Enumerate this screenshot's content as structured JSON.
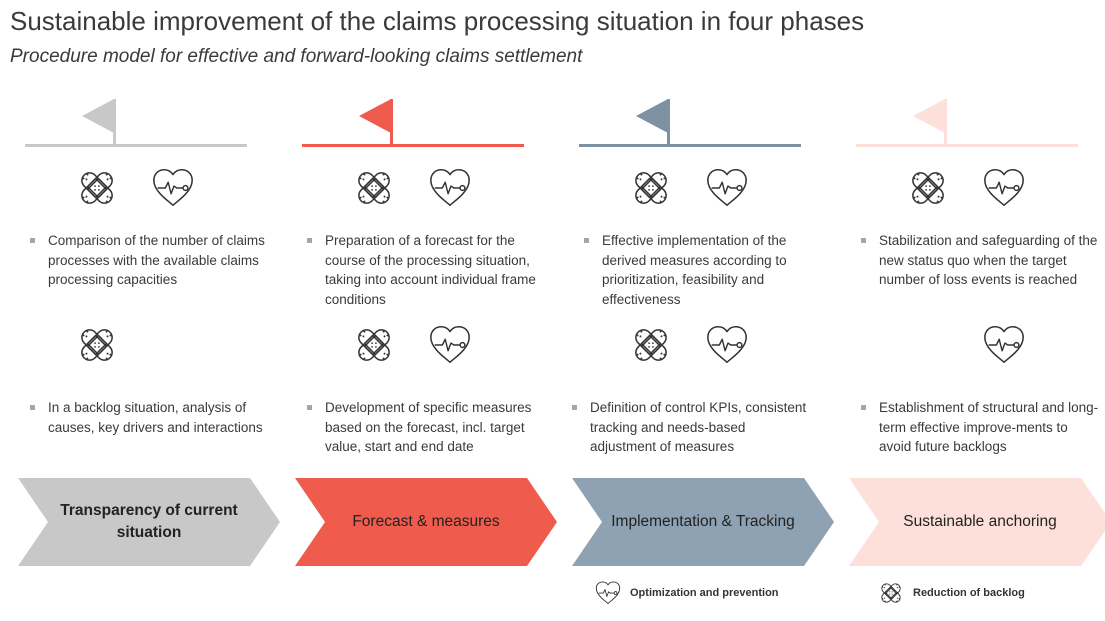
{
  "title": "Sustainable improvement of the claims processing situation in four phases",
  "subtitle": "Procedure model for effective and forward-looking claims settlement",
  "colors": {
    "gray": "#c8c8c8",
    "red": "#ef5b4c",
    "blue": "#8ea2b3",
    "pink": "#fde0da"
  },
  "phases": [
    {
      "bullet1": "Comparison of the number of claims processes with the available claims processing capacities",
      "bullet2": "In a backlog situation, analysis of causes, key drivers and interactions",
      "label": "Transparency of current situation"
    },
    {
      "bullet1": "Preparation of a forecast for the course of the processing situation, taking into account individual frame conditions",
      "bullet2": "Development of specific measures based on the forecast, incl. target value, start and end date",
      "label": "Forecast & measures"
    },
    {
      "bullet1": "Effective implementation of the derived measures according to prioritization, feasibility and effectiveness",
      "bullet2": "Definition of control KPIs, consistent tracking and needs-based adjustment of measures",
      "label": "Implementation & Tracking"
    },
    {
      "bullet1": "Stabilization and safeguarding of the new status quo when the target number of loss events is reached",
      "bullet2": "Establishment of structural and long-term effective improve-ments to avoid future backlogs",
      "label": "Sustainable anchoring"
    }
  ],
  "legend": {
    "heart_label": "Optimization and prevention",
    "bandage_label": "Reduction of backlog"
  }
}
